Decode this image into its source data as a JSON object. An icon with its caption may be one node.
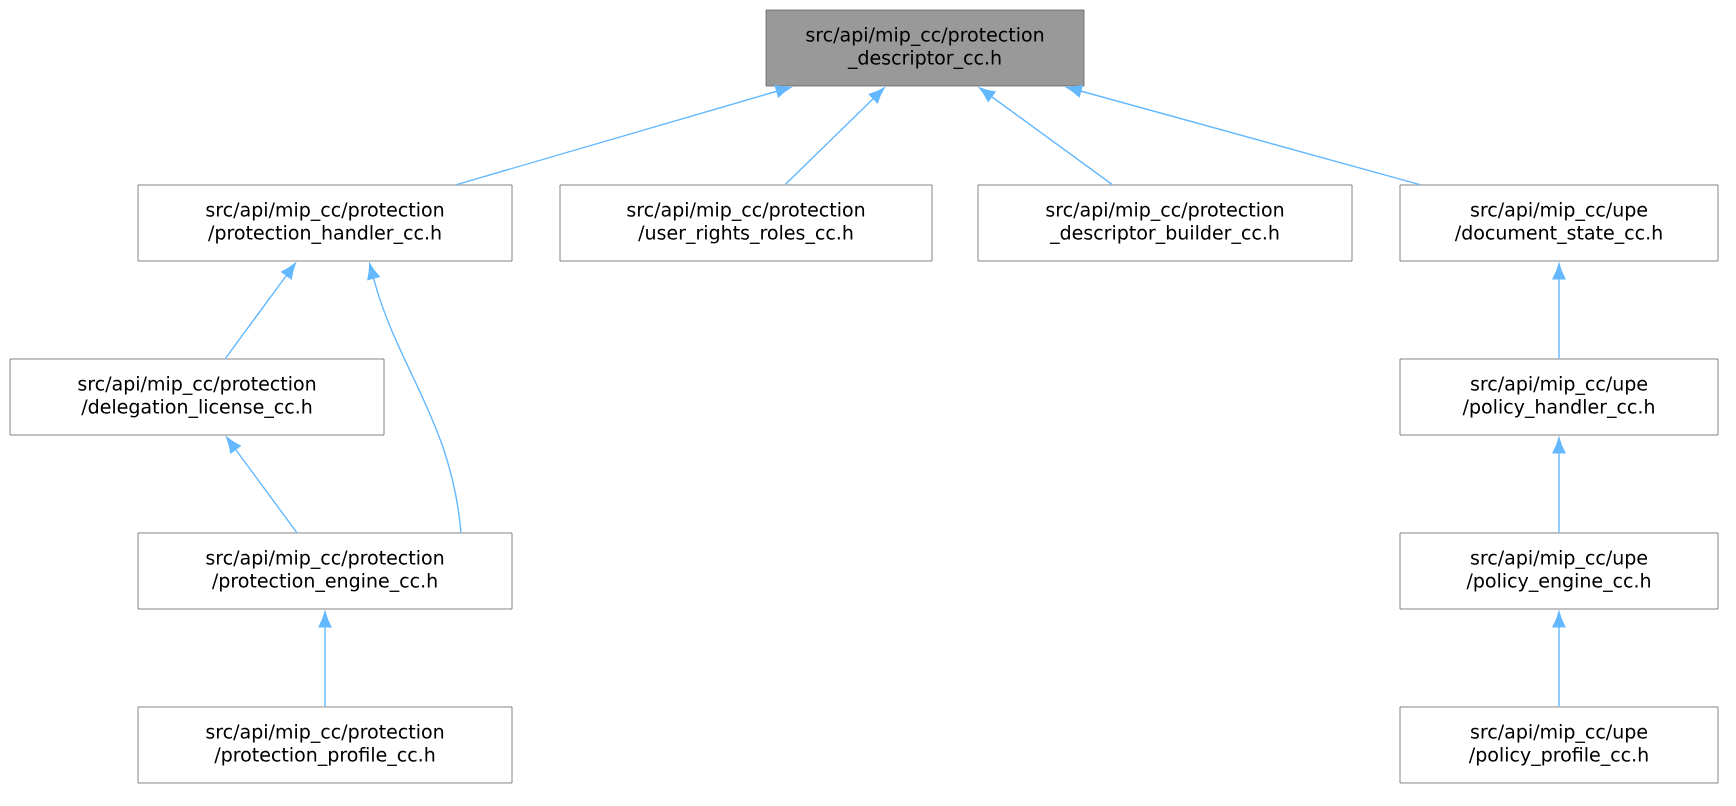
{
  "diagram": {
    "nodes": [
      {
        "text": [
          "src/api/mip_cc/protection _descriptor_cc.h"
        ]
      },
      {
        "text": [
          "src/api/mip_cc/protection /protection_handler_cc.h"
        ]
      },
      {
        "text": [
          "src/api/mip_cc/protection /user_rights_roles_cc.h"
        ]
      },
      {
        "text": [
          "src/api/mip_cc/protection _descriptor_builder_cc.h"
        ]
      },
      {
        "text": [
          "src/api/mip_cc/upe /document_state_cc.h"
        ]
      },
      {
        "text": [
          "src/api/mip_cc/protection /delegation_license_cc.h"
        ]
      },
      {
        "text": [
          "src/api/mip_cc/protection /protection_engine_cc.h"
        ]
      },
      {
        "text": [
          "src/api/mip_cc/protection /protection_profile_cc.h"
        ]
      },
      {
        "text": [
          "src/api/mip_cc/upe /policy_handler_cc.h"
        ]
      },
      {
        "text": [
          "src/api/mip_cc/upe /policy_engine_cc.h"
        ]
      },
      {
        "text": [
          "src/api/mip_cc/upe /policy_profile_cc.h"
        ]
      }
    ],
    "edges": [
      {
        "from": 1,
        "to": 0,
        "arrow": "to"
      },
      {
        "from": 2,
        "to": 0,
        "arrow": "to"
      },
      {
        "from": 3,
        "to": 0,
        "arrow": "to"
      },
      {
        "from": 4,
        "to": 0,
        "arrow": "to"
      },
      {
        "from": 5,
        "to": 1,
        "arrow": "to"
      },
      {
        "from": 6,
        "to": 1,
        "arrow": "to"
      },
      {
        "from": 6,
        "to": 5,
        "arrow": "to"
      },
      {
        "from": 7,
        "to": 6,
        "arrow": "to"
      },
      {
        "from": 8,
        "to": 4,
        "arrow": "to"
      },
      {
        "from": 9,
        "to": 8,
        "arrow": "to"
      },
      {
        "from": 10,
        "to": 9,
        "arrow": "to"
      }
    ]
  }
}
